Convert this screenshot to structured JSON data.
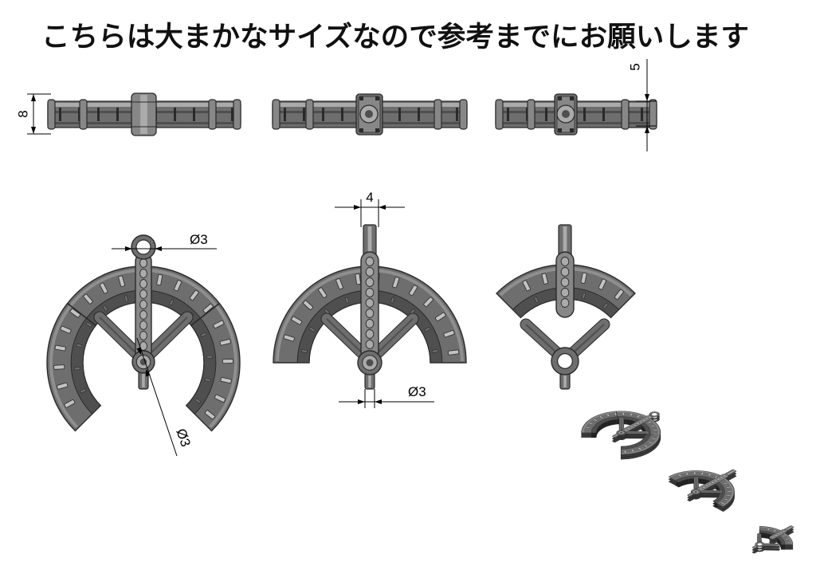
{
  "title": "こちらは大まかなサイズなので参考までにお願いします",
  "side_view": {
    "overall_height_label": "8",
    "bar_height_label": "5"
  },
  "full_ring_part": {
    "top_hole_label": "Ø3",
    "center_hole_label": "Ø3"
  },
  "half_ring_part": {
    "arm_width_label": "4",
    "pin_diameter_label": "Ø3"
  },
  "colors": {
    "background": "#ffffff",
    "text": "#111111",
    "dimension_line": "#000000",
    "part_fill": "#6e6e6e",
    "part_mid": "#878787",
    "part_light": "#ababab",
    "part_dark": "#4f4f4f",
    "slot": "#c2c2c2",
    "outline": "#2a2a2a",
    "shadow": "#3a3a3a",
    "shadow_outline": "#222222"
  }
}
